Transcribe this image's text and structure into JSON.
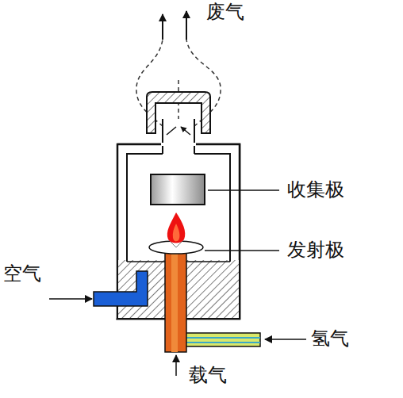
{
  "diagram": {
    "labels": [
      "废气",
      "收集极",
      "发射极",
      "空气",
      "氢气",
      "载气"
    ]
  }
}
